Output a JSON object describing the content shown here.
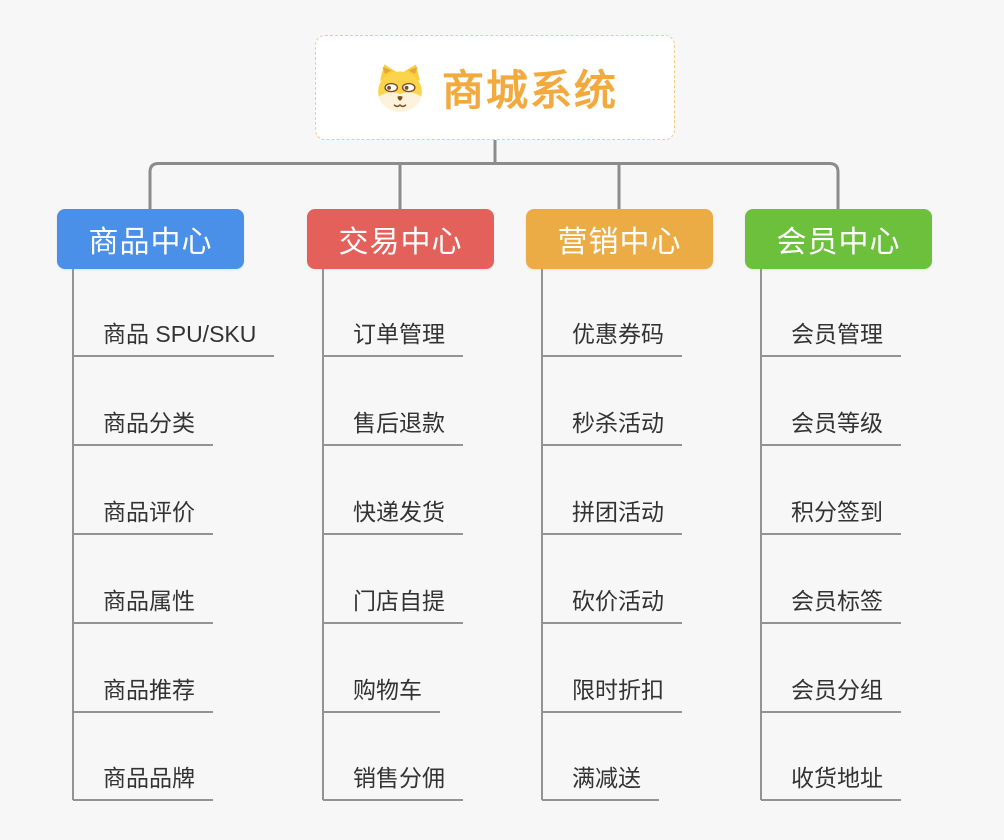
{
  "root": {
    "title": "商城系统",
    "icon": "shiba-dog-icon",
    "text_color": "#F2A93E",
    "border_color": "#F3C988"
  },
  "branches": [
    {
      "title": "商品中心",
      "color": "#4A8FE8",
      "items": [
        "商品 SPU/SKU",
        "商品分类",
        "商品评价",
        "商品属性",
        "商品推荐",
        "商品品牌"
      ]
    },
    {
      "title": "交易中心",
      "color": "#E4605A",
      "items": [
        "订单管理",
        "售后退款",
        "快递发货",
        "门店自提",
        "购物车",
        "销售分佣"
      ]
    },
    {
      "title": "营销中心",
      "color": "#EBAC45",
      "items": [
        "优惠券码",
        "秒杀活动",
        "拼团活动",
        "砍价活动",
        "限时折扣",
        "满减送"
      ]
    },
    {
      "title": "会员中心",
      "color": "#6CC03C",
      "items": [
        "会员管理",
        "会员等级",
        "积分签到",
        "会员标签",
        "会员分组",
        "收货地址"
      ]
    }
  ],
  "colors": {
    "background": "#F7F7F8",
    "connector": "#8C8C8C",
    "leaf_line": "#939393",
    "leaf_text": "#333333"
  }
}
